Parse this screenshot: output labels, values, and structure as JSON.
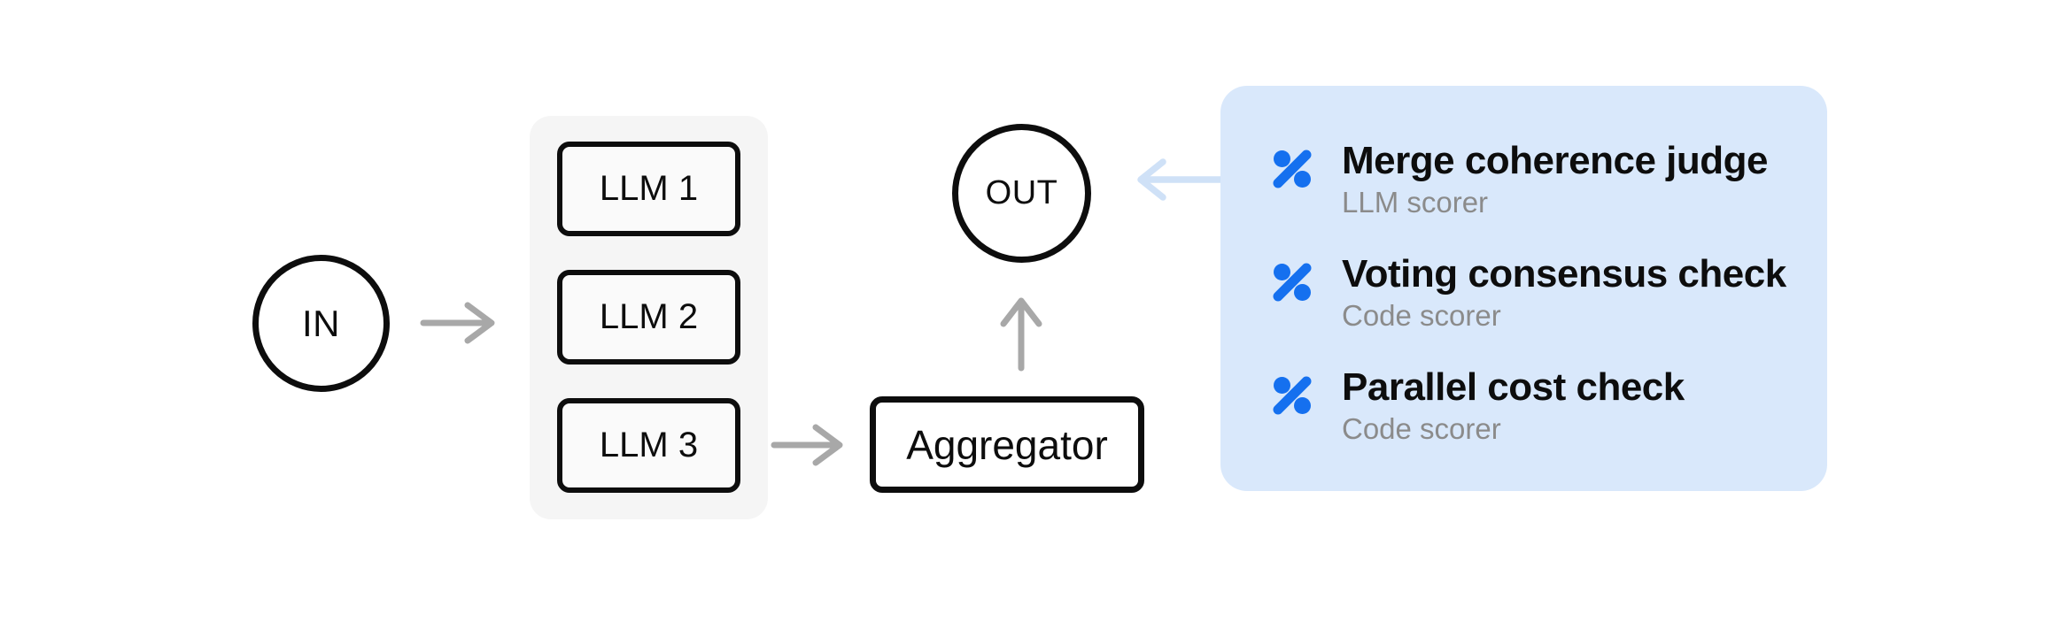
{
  "diagram": {
    "in_node": {
      "label": "IN"
    },
    "out_node": {
      "label": "OUT"
    },
    "llm_group": {
      "nodes": [
        {
          "label": "LLM 1"
        },
        {
          "label": "LLM 2"
        },
        {
          "label": "LLM 3"
        }
      ]
    },
    "aggregator_node": {
      "label": "Aggregator"
    },
    "scorers_panel": {
      "items": [
        {
          "icon": "percent-scorer-icon",
          "title": "Merge coherence judge",
          "subtitle": "LLM scorer"
        },
        {
          "icon": "percent-scorer-icon",
          "title": "Voting consensus check",
          "subtitle": "Code scorer"
        },
        {
          "icon": "percent-scorer-icon",
          "title": "Parallel cost check",
          "subtitle": "Code scorer"
        }
      ]
    },
    "colors": {
      "accent_blue": "#1570ef",
      "panel_background": "#d9e8fb",
      "arrow_gray": "#a8a8a8",
      "arrow_light_blue": "#cfe1f7",
      "node_stroke": "#0d0d0d",
      "group_background": "#f5f5f5",
      "subtitle_gray": "#8b8b8b"
    }
  }
}
